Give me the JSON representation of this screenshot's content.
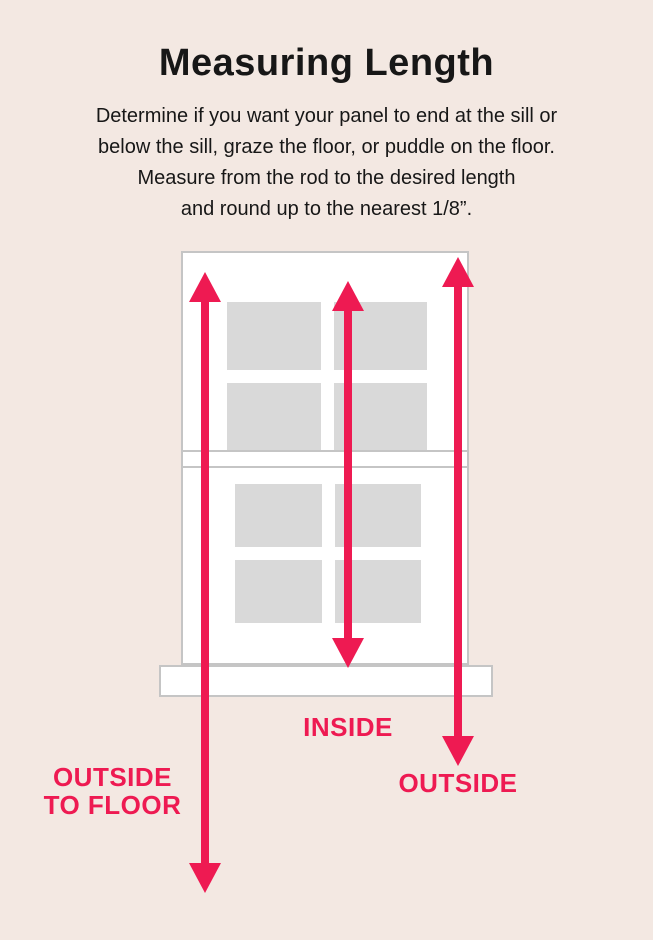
{
  "page": {
    "background": "#f3e8e2",
    "accent": "#ee1a52",
    "pane_color": "#d9d9d9",
    "frame_border": "#c5c5c5"
  },
  "header": {
    "title": "Measuring Length",
    "description_lines": [
      "Determine if you want your panel to end at the sill or",
      "below the sill, graze the floor, or puddle on the floor.",
      "Measure from the rod to the desired length",
      "and round up to the nearest 1/8”."
    ]
  },
  "diagram": {
    "labels": {
      "inside": "INSIDE",
      "outside": "OUTSIDE",
      "outside_to_floor_line1": "OUTSIDE",
      "outside_to_floor_line2": "TO FLOOR"
    },
    "arrows": [
      {
        "name": "outside-to-floor-arrow",
        "meaning": "measure from rod past sill to the floor"
      },
      {
        "name": "inside-arrow",
        "meaning": "measure from rod to the sill (inside mount)"
      },
      {
        "name": "outside-arrow",
        "meaning": "measure from rod to below the sill (outside mount)"
      }
    ]
  }
}
